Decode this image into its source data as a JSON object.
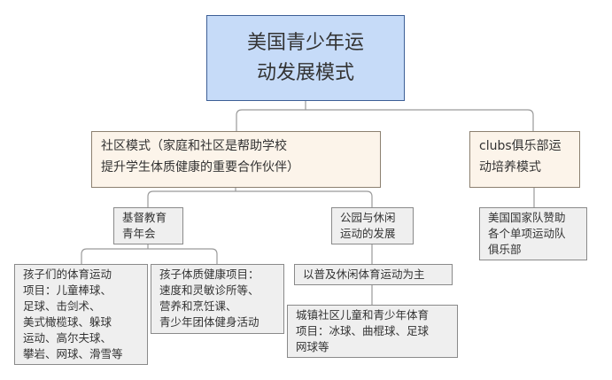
{
  "root": {
    "label": "美国青少年运\n动发展模式"
  },
  "community_model": {
    "label": "社区模式（家庭和社区是帮助学校\n提升学生体质健康的重要合作伙伴）",
    "ymca": {
      "label": "基督教育\n青年会",
      "children": [
        "孩子们的体育运动\n项目：儿童棒球、\n足球、击剑术、\n美式橄榄球、躲球\n运动、高尔夫球、\n攀岩、网球、滑雪等",
        "孩子体质健康项目：\n速度和灵敏诊所等、\n营养和烹饪课、\n青少年团体健身活动"
      ]
    },
    "parks": {
      "label": "公园与休闲\n运动的发展",
      "children": [
        "以普及休闲体育运动为主",
        "城镇社区儿童和青少年体育\n项目：冰球、曲棍球、足球\n网球等"
      ]
    }
  },
  "clubs_model": {
    "label": "clubs俱乐部运\n动培养模式",
    "children": [
      "美国国家队赞助\n各个单项运动队\n俱乐部"
    ]
  },
  "colors": {
    "root_fill": "#c6dbf8",
    "level1_fill": "#fcf4ea",
    "level2_fill": "#efefef",
    "connector": "#9a9a9a"
  }
}
